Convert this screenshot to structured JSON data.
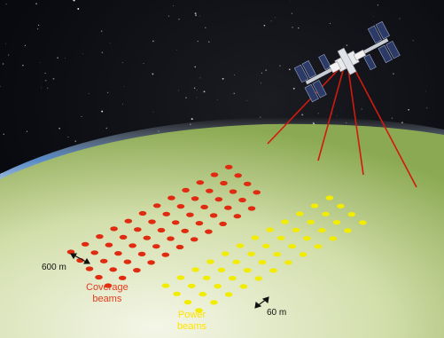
{
  "labels": {
    "large_spacing": "600 m",
    "small_spacing": "60 m",
    "coverage_line1": "Coverage",
    "coverage_line2": "beams",
    "power_line1": "Power",
    "power_line2": "beams"
  },
  "colors": {
    "space": "#05070d",
    "earth_light": "#eef2dd",
    "earth_dark": "#8ba952",
    "atmosphere": "#9fd0ff",
    "coverage_beam": "#e02b10",
    "power_beam": "#f2ec00",
    "link_line": "#d11a0e"
  },
  "icons": {
    "satellite": "space-station-icon",
    "spacing_arrow": "double-arrow-icon"
  }
}
